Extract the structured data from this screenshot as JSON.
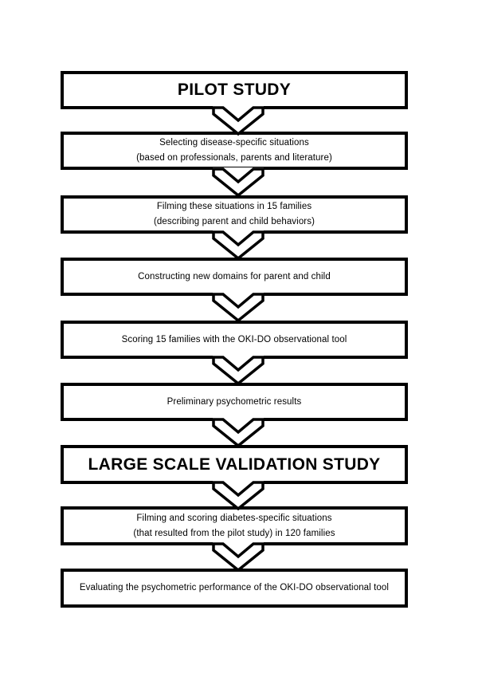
{
  "page": {
    "background": "#ffffff"
  },
  "flowchart": {
    "colors": {
      "box_border": "#000000",
      "box_fill": "#ffffff",
      "text": "#000000"
    },
    "connector_icon": "chevron-down-arrow",
    "steps": [
      {
        "type": "phase-title",
        "line1": "PILOT STUDY"
      },
      {
        "type": "step",
        "line1": "Selecting disease-specific situations",
        "line2": "(based on professionals, parents and literature)"
      },
      {
        "type": "step",
        "line1": "Filming these situations in 15 families",
        "line2": "(describing parent and child behaviors)"
      },
      {
        "type": "step",
        "line1": "Constructing new domains for parent and child"
      },
      {
        "type": "step",
        "line1": "Scoring 15 families with the OKI-DO observational tool"
      },
      {
        "type": "step",
        "line1": "Preliminary psychometric results"
      },
      {
        "type": "phase-title",
        "line1": "LARGE SCALE VALIDATION STUDY"
      },
      {
        "type": "step",
        "line1": "Filming and scoring diabetes-specific situations",
        "line2": "(that resulted from the pilot study) in 120 families"
      },
      {
        "type": "step",
        "line1": "Evaluating the psychometric performance of the OKI-DO observational tool"
      }
    ]
  }
}
